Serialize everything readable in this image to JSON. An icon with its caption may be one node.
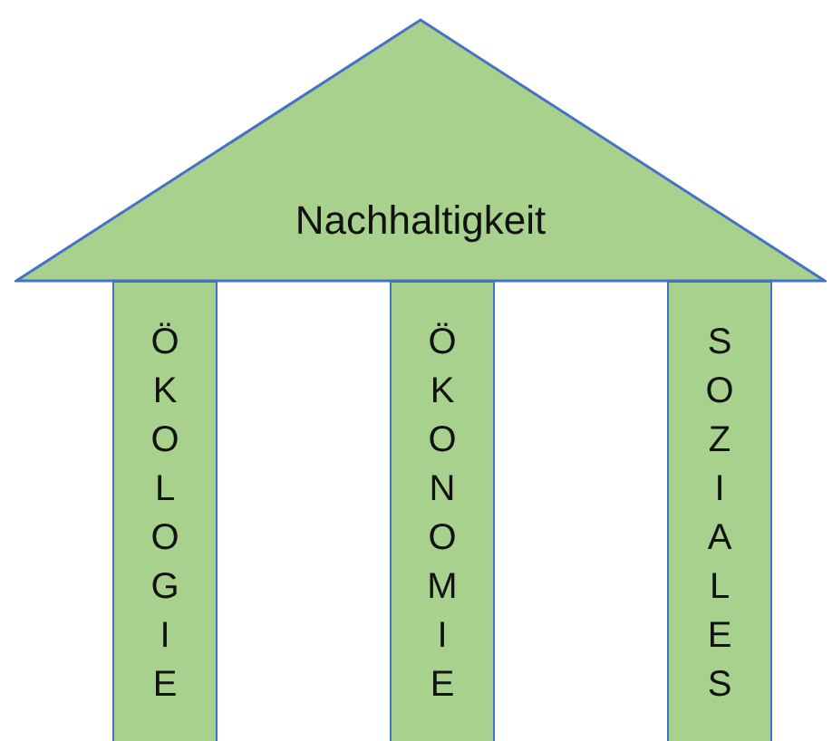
{
  "diagram": {
    "nodes": [
      {
        "text": [
          "Nachhaltigkeit"
        ]
      },
      {
        "text": [
          "ÖKOLOGIE"
        ]
      },
      {
        "text": [
          "ÖKONOMIE"
        ]
      },
      {
        "text": [
          "SOZIALES"
        ]
      }
    ]
  }
}
